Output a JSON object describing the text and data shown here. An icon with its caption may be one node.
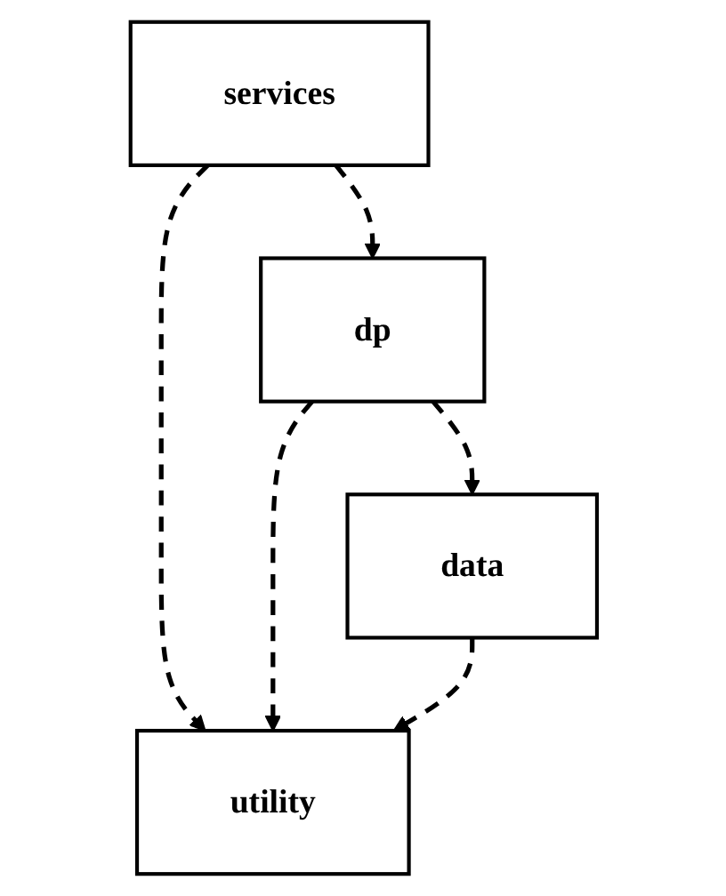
{
  "diagram": {
    "nodes": [
      {
        "text": [
          "services"
        ]
      },
      {
        "text": [
          "dp"
        ]
      },
      {
        "text": [
          "utility"
        ]
      },
      {
        "text": [
          "data"
        ]
      }
    ],
    "edges": [
      {
        "from": 0,
        "to": 1,
        "arrow": "to",
        "style": "dashed"
      },
      {
        "from": 0,
        "to": 2,
        "arrow": "to",
        "style": "dashed"
      },
      {
        "from": 1,
        "to": 2,
        "arrow": "to",
        "style": "dashed"
      },
      {
        "from": 1,
        "to": 3,
        "arrow": "to",
        "style": "dashed"
      },
      {
        "from": 3,
        "to": 2,
        "arrow": "to",
        "style": "dashed"
      }
    ]
  }
}
